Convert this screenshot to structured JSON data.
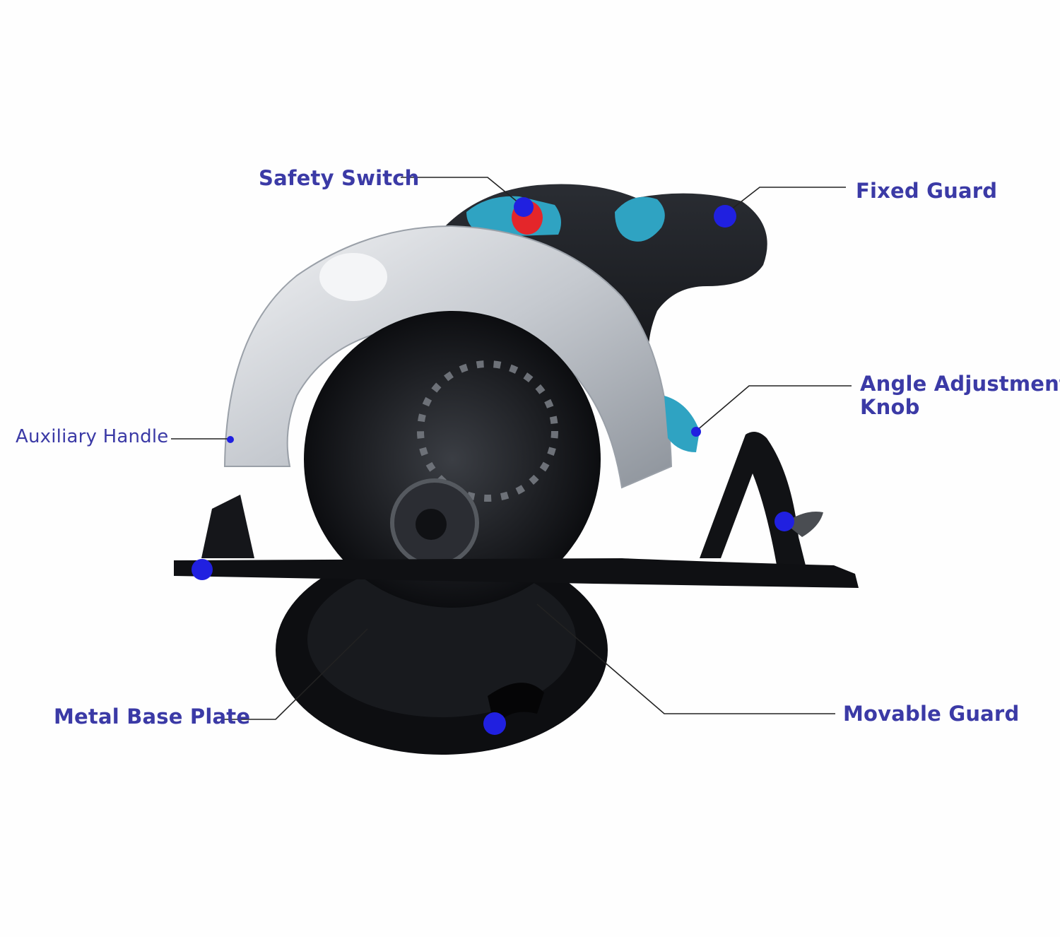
{
  "colors": {
    "label_text": "#3b3aa6",
    "marker": "#2020e0",
    "leader": "#222222",
    "tool_body": "#1b1d21",
    "accent_teal": "#2fa3c2",
    "guard_silver": "#c8ccd2",
    "switch_red": "#e4262a"
  },
  "labels": {
    "safety_switch": "Safety Switch",
    "fixed_guard": "Fixed Guard",
    "angle_adjustment_line1": "Angle Adjustment",
    "angle_adjustment_line2": "Knob",
    "auxiliary_handle": "Auxiliary Handle",
    "metal_base_plate": "Metal Base Plate",
    "movable_guard": "Movable Guard"
  },
  "icons": {
    "product": "circular-saw-icon",
    "marker": "dot-marker-icon"
  }
}
